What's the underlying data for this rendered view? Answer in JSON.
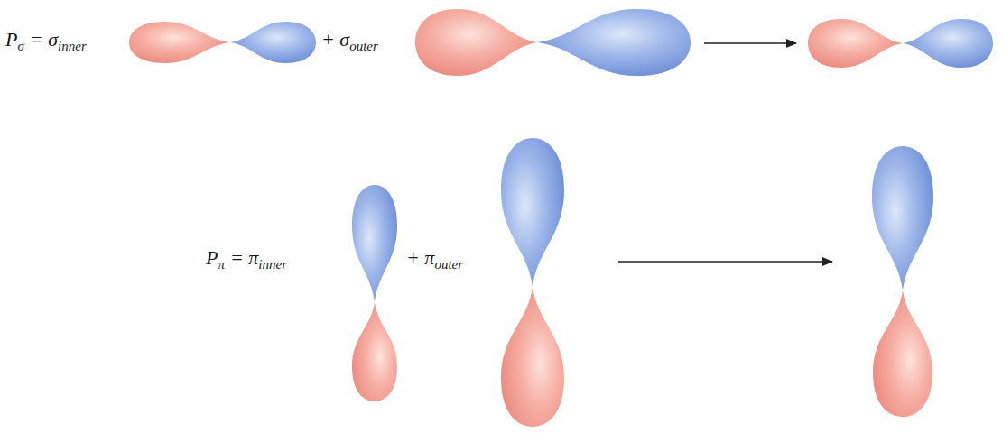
{
  "diagram": {
    "labels": [
      "P",
      "σ",
      "= σ",
      "inner",
      "+ σ",
      "outer",
      "P",
      "π",
      "= π",
      "inner",
      "+ π",
      "outer"
    ]
  }
}
